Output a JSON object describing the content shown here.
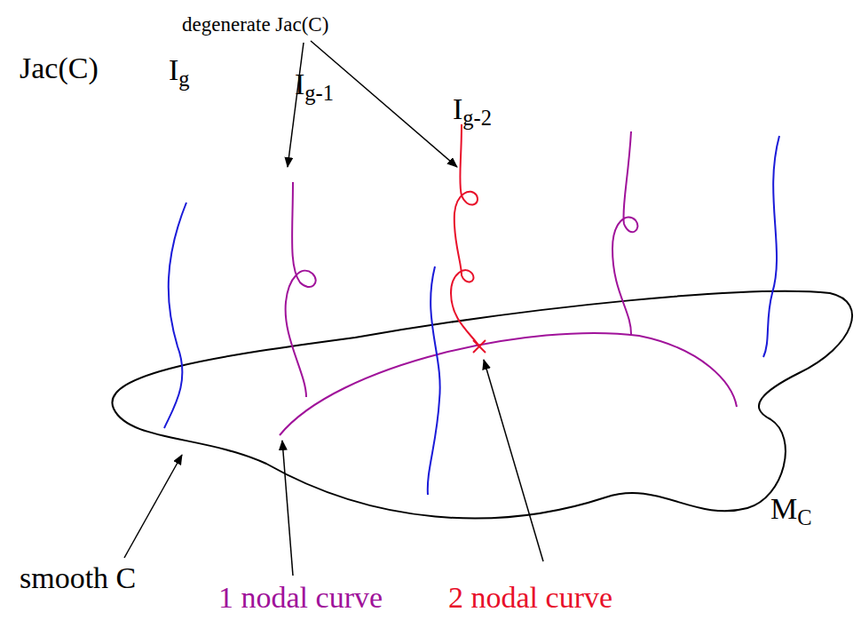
{
  "diagram": {
    "labels": [
      "degenerate Jac(C)",
      "Jac(C)",
      "Ig",
      "Ig-1",
      "Ig-2",
      "MC",
      "smooth C",
      "1 nodal curve",
      "2 nodal curve"
    ]
  }
}
